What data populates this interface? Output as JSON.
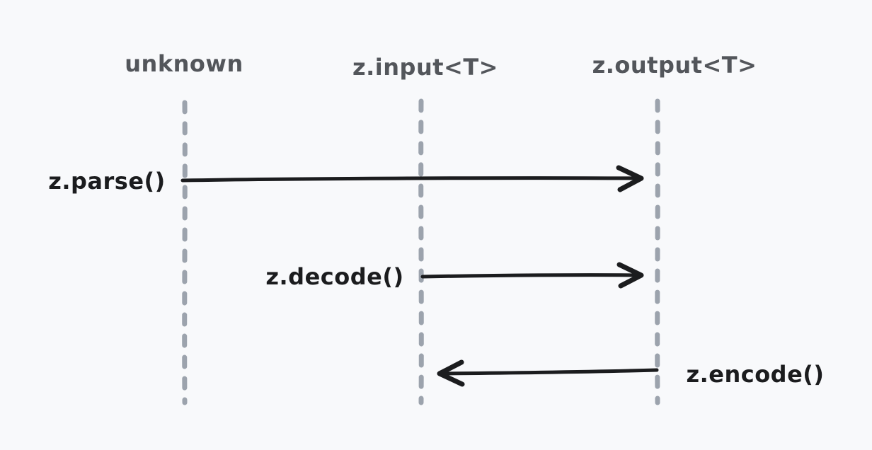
{
  "diagram": {
    "type": "sequence",
    "colors": {
      "background": "#f8f9fb",
      "lifeline": "#9ca3ad",
      "arrow": "#1b1c1e",
      "lifeline_label": "#53565b",
      "message_label": "#1b1c1e"
    },
    "lifelines": [
      {
        "label": "unknown"
      },
      {
        "label": "z.input<T>"
      },
      {
        "label": "z.output<T>"
      }
    ],
    "messages": [
      {
        "label": "z.parse()",
        "from": "unknown",
        "to": "z.output<T>",
        "direction": "right"
      },
      {
        "label": "z.decode()",
        "from": "z.input<T>",
        "to": "z.output<T>",
        "direction": "right"
      },
      {
        "label": "z.encode()",
        "from": "z.output<T>",
        "to": "z.input<T>",
        "direction": "left"
      }
    ]
  }
}
